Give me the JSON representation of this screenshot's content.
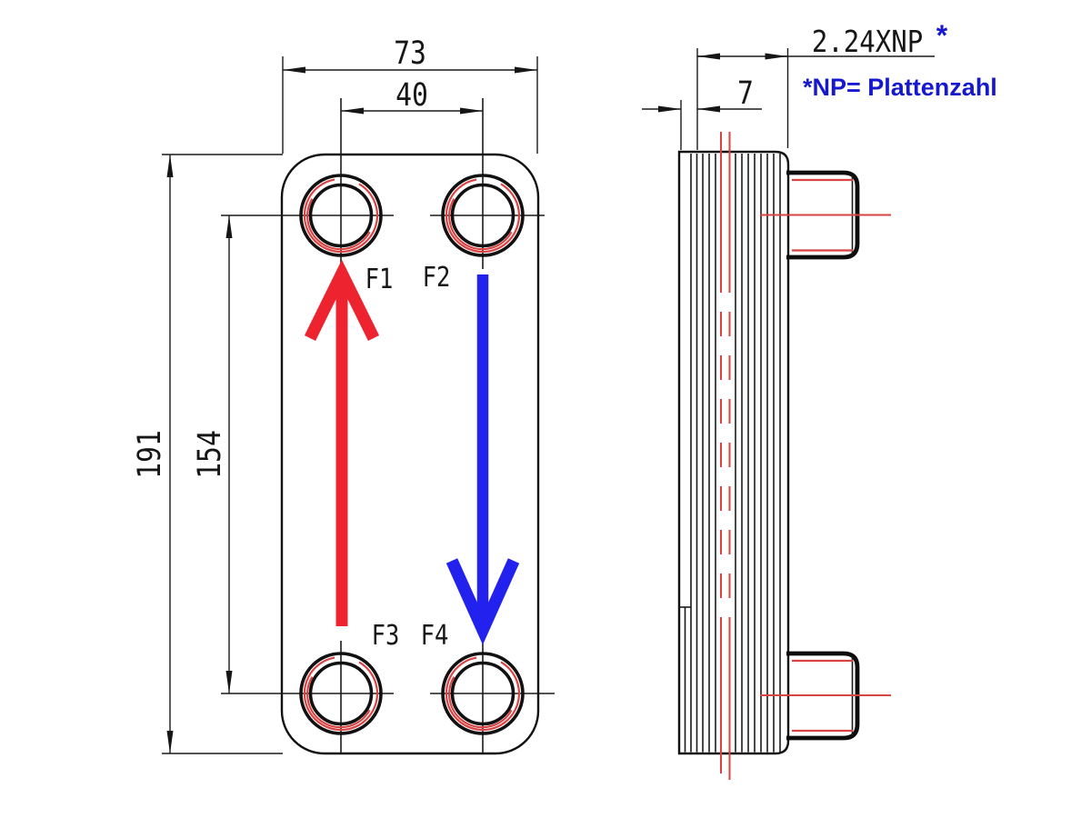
{
  "drawing": {
    "front_view": {
      "dim_width": "73",
      "dim_port_spacing_horizontal": "40",
      "dim_height": "191",
      "dim_port_spacing_vertical": "154",
      "ports": [
        {
          "label": "F1"
        },
        {
          "label": "F2"
        },
        {
          "label": "F3"
        },
        {
          "label": "F4"
        }
      ]
    },
    "side_view": {
      "dim_end_plate_thickness": "7",
      "dim_pack_width": "2.24XNP",
      "footnote_marker": "*",
      "footnote": "*NP= Plattenzahl"
    }
  },
  "colors": {
    "hot_flow_red": "#ee2330",
    "cold_flow_blue": "#2221ee",
    "centerline_red": "#d84343",
    "note_blue": "#1518cf",
    "line_black": "#161616"
  }
}
